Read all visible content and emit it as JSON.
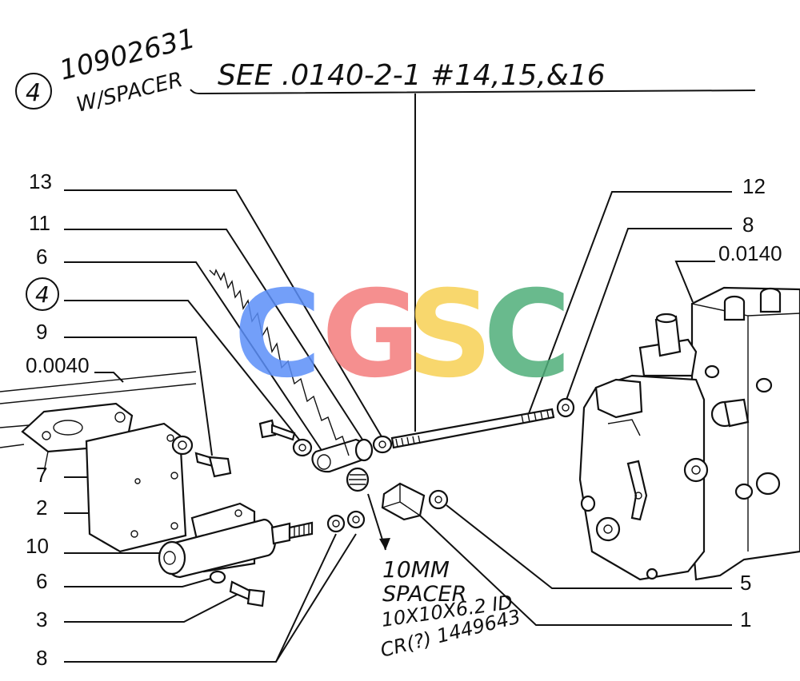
{
  "handwritten": {
    "note_circle_num": "4",
    "note_part_number": "10902631",
    "note_spacer": "W/SPACER",
    "see_ref": "SEE .0140-2-1   #14,15,&16",
    "spacer_line1": "10MM",
    "spacer_line2": "SPACER",
    "spacer_line3": "10X10X6.2 ID",
    "spacer_line4": "CR(?) 1449643"
  },
  "callouts": {
    "n13": "13",
    "n11": "11",
    "n6a": "6",
    "n4": "4",
    "n9": "9",
    "ref0040": "0.0040",
    "n7": "7",
    "n2": "2",
    "n10": "10",
    "n6b": "6",
    "n3": "3",
    "n8b": "8",
    "n12": "12",
    "n8a": "8",
    "ref0140": "0.0140",
    "n5": "5",
    "n1": "1"
  },
  "watermark": {
    "letters": [
      "C",
      "G",
      "S",
      "C"
    ],
    "colors": [
      "#5b8ff9",
      "#f47c7c",
      "#f7d154",
      "#4fae7a"
    ]
  }
}
